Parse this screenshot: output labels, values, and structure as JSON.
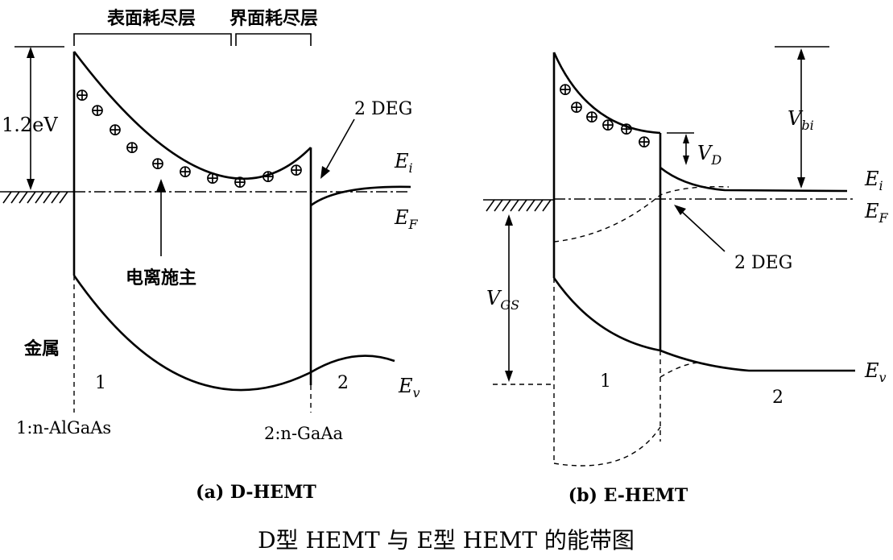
{
  "title": "D型 HEMT 与 E型 HEMT 的能带图",
  "panel_a": {
    "caption": "(a) D-HEMT",
    "surface_depletion": "表面耗尽层",
    "interface_depletion": "界面耗尽层",
    "barrier": "1.2eV",
    "deg": "2 DEG",
    "ei_main": "E",
    "ei_sub": "i",
    "ef_main": "E",
    "ef_sub": "F",
    "ev_main": "E",
    "ev_sub": "v",
    "ionized_donor": "电离施主",
    "metal": "金属",
    "region1": "1",
    "region2": "2",
    "mat1": "1:n-AlGaAs",
    "mat2": "2:n-GaAa",
    "donor_symbol": "⊕"
  },
  "panel_b": {
    "caption": "(b) E-HEMT",
    "vbi_main": "V",
    "vbi_sub": "bi",
    "vd_main": "V",
    "vd_sub": "D",
    "vgs_main": "V",
    "vgs_sub": "GS",
    "deg": "2 DEG",
    "ei_main": "E",
    "ei_sub": "i",
    "ef_main": "E",
    "ef_sub": "F",
    "ev_main": "E",
    "ev_sub": "v",
    "region1": "1",
    "region2": "2",
    "donor_symbol": "⊕"
  }
}
